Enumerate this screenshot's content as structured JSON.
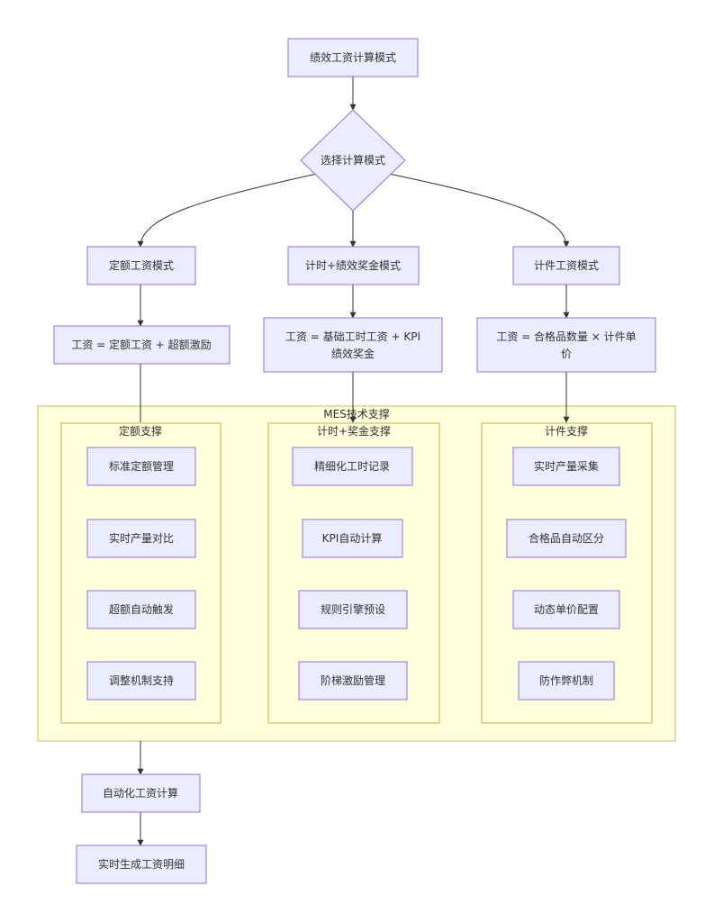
{
  "nodes": {
    "root": "绩效工资计算模式",
    "decision": "选择计算模式",
    "mode_quota": "定额工资模式",
    "mode_hour_kpi": "计时+绩效奖金模式",
    "mode_piece": "计件工资模式",
    "formula_quota": "工资 = 定额工资 + 超额激励",
    "formula_hour_kpi_line1": "工资 = 基础工时工资 + KPI",
    "formula_hour_kpi_line2": "绩效奖金",
    "formula_piece_line1": "工资 = 合格品数量 × 计件单",
    "formula_piece_line2": "价",
    "auto_calc": "自动化工资计算",
    "realtime_detail": "实时生成工资明细"
  },
  "clusters": {
    "mes": {
      "title": "MES技术支撑",
      "quota": {
        "title": "定额支撑",
        "items": [
          "标准定额管理",
          "实时产量对比",
          "超额自动触发",
          "调整机制支持"
        ]
      },
      "hour_kpi": {
        "title": "计时+奖金支撑",
        "items": [
          "精细化工时记录",
          "KPI自动计算",
          "规则引擎预设",
          "阶梯激励管理"
        ]
      },
      "piece": {
        "title": "计件支撑",
        "items": [
          "实时产量采集",
          "合格品自动区分",
          "动态单价配置",
          "防作弊机制"
        ]
      }
    }
  },
  "colors": {
    "node_fill": "#ECECFF",
    "node_stroke": "#9370DB",
    "cluster_fill": "#ffffde",
    "cluster_stroke": "#c3c35a",
    "edge": "#333333"
  }
}
